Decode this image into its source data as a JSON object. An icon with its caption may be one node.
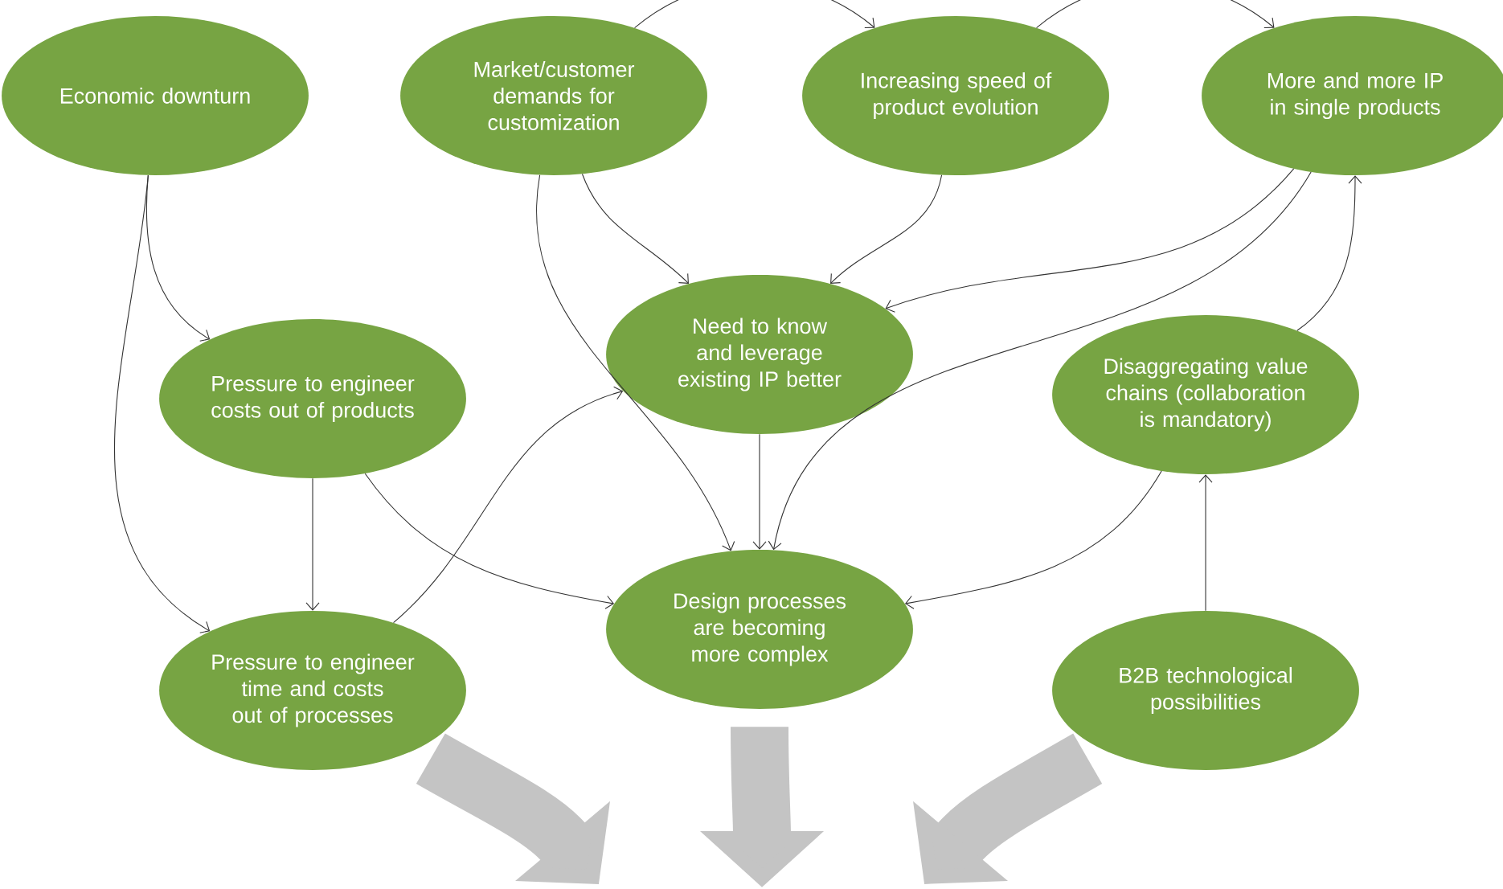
{
  "diagram": {
    "nodes": [
      {
        "text": [
          "Economic downturn"
        ]
      },
      {
        "text": [
          "Market/customer demands for customization"
        ]
      },
      {
        "text": [
          "Increasing speed of product evolution"
        ]
      },
      {
        "text": [
          "More and more IP in single products"
        ]
      },
      {
        "text": [
          "Need to know and leverage existing IP better"
        ]
      },
      {
        "text": [
          "Pressure to engineer costs out of products"
        ]
      },
      {
        "text": [
          "Disaggregating value chains (collaboration is mandatory)"
        ]
      },
      {
        "text": [
          "Design processes are becoming more complex"
        ]
      },
      {
        "text": [
          "Pressure to engineer time and costs out of processes"
        ]
      },
      {
        "text": [
          "B2B technological possibilities"
        ]
      }
    ],
    "edges": [
      {
        "from": 1,
        "to": 2,
        "arrow": "to"
      },
      {
        "from": 2,
        "to": 3,
        "arrow": "to"
      },
      {
        "from": 0,
        "to": 5,
        "arrow": "to"
      },
      {
        "from": 0,
        "to": 8,
        "arrow": "to"
      },
      {
        "from": 1,
        "to": 4,
        "arrow": "to"
      },
      {
        "from": 1,
        "to": 7,
        "arrow": "to"
      },
      {
        "from": 2,
        "to": 4,
        "arrow": "to"
      },
      {
        "from": 3,
        "to": 4,
        "arrow": "to"
      },
      {
        "from": 3,
        "to": 7,
        "arrow": "to"
      },
      {
        "from": 5,
        "to": 8,
        "arrow": "to"
      },
      {
        "from": 5,
        "to": 7,
        "arrow": "to"
      },
      {
        "from": 8,
        "to": 4,
        "arrow": "to"
      },
      {
        "from": 4,
        "to": 7,
        "arrow": "to"
      },
      {
        "from": 6,
        "to": 7,
        "arrow": "to"
      },
      {
        "from": 6,
        "to": 3,
        "arrow": "to"
      },
      {
        "from": 9,
        "to": 6,
        "arrow": "to"
      },
      {
        "from": 8,
        "to": null,
        "arrow": "to",
        "style": "thick",
        "color": "#c4c4c4"
      },
      {
        "from": 7,
        "to": null,
        "arrow": "to",
        "style": "thick",
        "color": "#c4c4c4"
      },
      {
        "from": 9,
        "to": null,
        "arrow": "to",
        "style": "thick",
        "color": "#c4c4c4"
      }
    ]
  }
}
